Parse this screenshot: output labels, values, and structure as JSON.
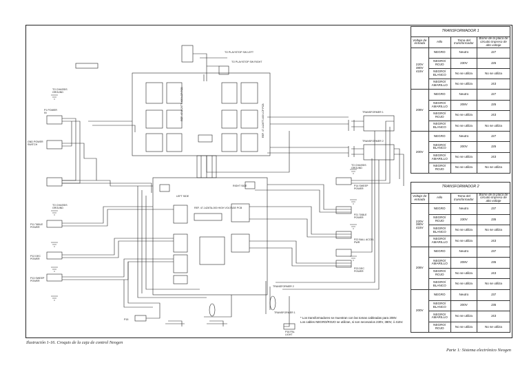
{
  "captions": {
    "left": "Ilustración 1-16. Croquis de la caja de control Neogen",
    "right": "Parte 1: Sistema electrónico Neogen"
  },
  "note": {
    "line1": "* Los transformadores se muestran con las tomas cableadas para 208V.",
    "line2": "Los cables NEGRO/ROJO se utilizan, si son necesarios 230V, 380V, ó 415V."
  },
  "table1": {
    "title": "TRANSFORMADOR 1",
    "headers": [
      "Voltaje de entrada",
      "Hilo",
      "Toma del transformador",
      "Borne de la placa de circuito impreso de alto voltaje"
    ],
    "groups": [
      {
        "voltage": "220V 380V 415V",
        "rows": [
          [
            "NEGRO",
            "Neutro",
            "J27"
          ],
          [
            "NEGRO/ ROJO",
            "230V",
            "J25"
          ],
          [
            "NEGRO/ BLANCO",
            "No se utiliza",
            "No se utiliza"
          ],
          [
            "NEGRO/ AMARILLO",
            "No se utiliza",
            "J43"
          ]
        ]
      },
      {
        "voltage": "208V",
        "rows": [
          [
            "NEGRO",
            "Neutro",
            "J27"
          ],
          [
            "NEGRO/ AMARILLO",
            "208V",
            "J25"
          ],
          [
            "NEGRO/ ROJO",
            "No se utiliza",
            "J43"
          ],
          [
            "NEGRO/ BLANCO",
            "No se utiliza",
            "No se utiliza"
          ]
        ]
      },
      {
        "voltage": "200V",
        "rows": [
          [
            "NEGRO",
            "Neutro",
            "J27"
          ],
          [
            "NEGRO/ BLANCO",
            "200V",
            "J25"
          ],
          [
            "NEGRO/ AMARILLO",
            "No se utiliza",
            "J43"
          ],
          [
            "NEGRO/ ROJO",
            "No se utiliza",
            "No se utiliza"
          ]
        ]
      }
    ]
  },
  "table2": {
    "title": "TRANSFORMADOR 2",
    "headers": [
      "Voltaje de entrada",
      "Hilo",
      "Toma del transformador",
      "Borne de la placa de circuito impreso de alto voltaje"
    ],
    "groups": [
      {
        "voltage": "220V 380V 415V",
        "rows": [
          [
            "NEGRO",
            "Neutro",
            "J37"
          ],
          [
            "NEGRO/ ROJO",
            "230V",
            "J35"
          ],
          [
            "NEGRO/ BLANCO",
            "No se utiliza",
            "No se utiliza"
          ],
          [
            "NEGRO/ AMARILLO",
            "No se utiliza",
            "J43"
          ]
        ]
      },
      {
        "voltage": "208V",
        "rows": [
          [
            "NEGRO",
            "Neutro",
            "J37"
          ],
          [
            "NEGRO/ AMARILLO",
            "208V",
            "J35"
          ],
          [
            "NEGRO/ ROJO",
            "No se utiliza",
            "J43"
          ],
          [
            "NEGRO/ BLANCO",
            "No se utiliza",
            "No se utiliza"
          ]
        ]
      },
      {
        "voltage": "200V",
        "rows": [
          [
            "NEGRO",
            "Neutro",
            "J37"
          ],
          [
            "NEGRO/ BLANCO",
            "200V",
            "J35"
          ],
          [
            "NEGRO/ AMARILLO",
            "No se utiliza",
            "J43"
          ],
          [
            "NEGRO/ ROJO",
            "No se utiliza",
            "No se utiliza"
          ]
        ]
      }
    ]
  },
  "labels": {
    "upper_pcb": "REF. 47-1426TT-400 LCP PCB",
    "lower_pcb": "REF. 47-1426TA-000 HIGH VOLTAGE PCB",
    "upper_pcb_side": "REF. 47-1426TT-400 LCP PCB",
    "transformer1": "TRANSFORMER 1",
    "transformer2": "TRANSFORMER 2",
    "transformer2_low": "TRANSFORMER 2",
    "transformer1_low": "TRANSFORMER 1",
    "left_side": "LEFT SIDE",
    "right_side": "RIGHT SIDE",
    "p1": "P1 POWER IN",
    "gnd_power_switch": "GND POWER SWITCH",
    "p11": "P11 TABLE POWER",
    "p12": "P12 DEC POWER",
    "p13": "P13 SWEEP POWER",
    "p14": "P14 SWEEP POWER",
    "p21": "P21 TABLE POWER",
    "p22": "P22 BALL ACCEL PWR",
    "p23": "P23 DEC POWER",
    "p16": "P16 PAL LIGHT",
    "p15": "P15",
    "chassis": "TO CHASSIS GROUND",
    "to_playstop_sw_left": "TO PLAY/STOP SW LEFT",
    "to_playstop_sw_right": "TO PLAY/STOP SW RIGHT"
  }
}
